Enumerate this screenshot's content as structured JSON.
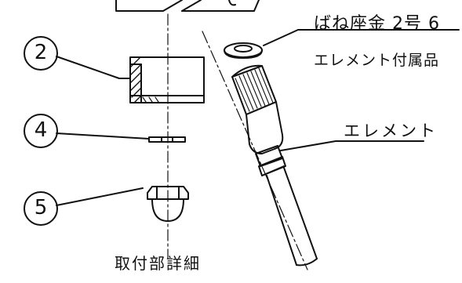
{
  "callouts": [
    {
      "id": "c2",
      "number": "2"
    },
    {
      "id": "c4",
      "number": "4"
    },
    {
      "id": "c5",
      "number": "5"
    }
  ],
  "labels": {
    "washer_title": "ばね座金 2号 6",
    "washer_sub": "エレメント付属品",
    "element": "エレメント",
    "caption": "取付部詳細"
  },
  "colors": {
    "line": "#111111",
    "paper": "#ffffff"
  }
}
